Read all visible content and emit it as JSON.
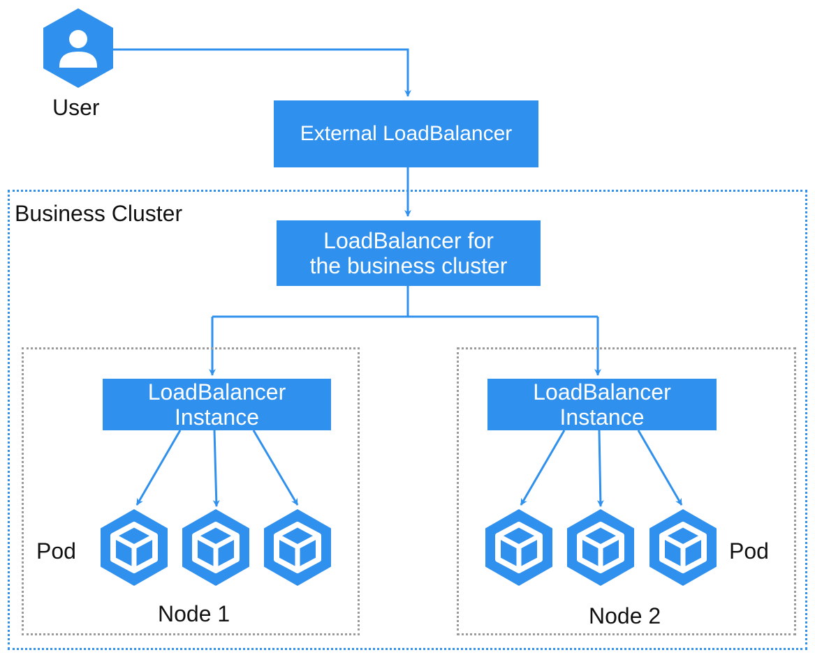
{
  "colors": {
    "accent": "#2f90ee",
    "cluster_border": "#2f90ee",
    "node_border": "#9a9a9a",
    "background": "#ffffff",
    "text": "#111111"
  },
  "user": {
    "label": "User",
    "icon": "user-icon"
  },
  "external_lb": {
    "label": "External LoadBalancer"
  },
  "cluster": {
    "label": "Business Cluster",
    "lb": {
      "line1": "LoadBalancer for",
      "line2": "the business cluster"
    }
  },
  "nodes": [
    {
      "label": "Node 1",
      "instance": {
        "line1": "LoadBalancer",
        "line2": "Instance"
      },
      "pod_label": "Pod",
      "pod_icon": "pod-cube-icon",
      "pod_count": 3
    },
    {
      "label": "Node 2",
      "instance": {
        "line1": "LoadBalancer",
        "line2": "Instance"
      },
      "pod_label": "Pod",
      "pod_icon": "pod-cube-icon",
      "pod_count": 3
    }
  ]
}
